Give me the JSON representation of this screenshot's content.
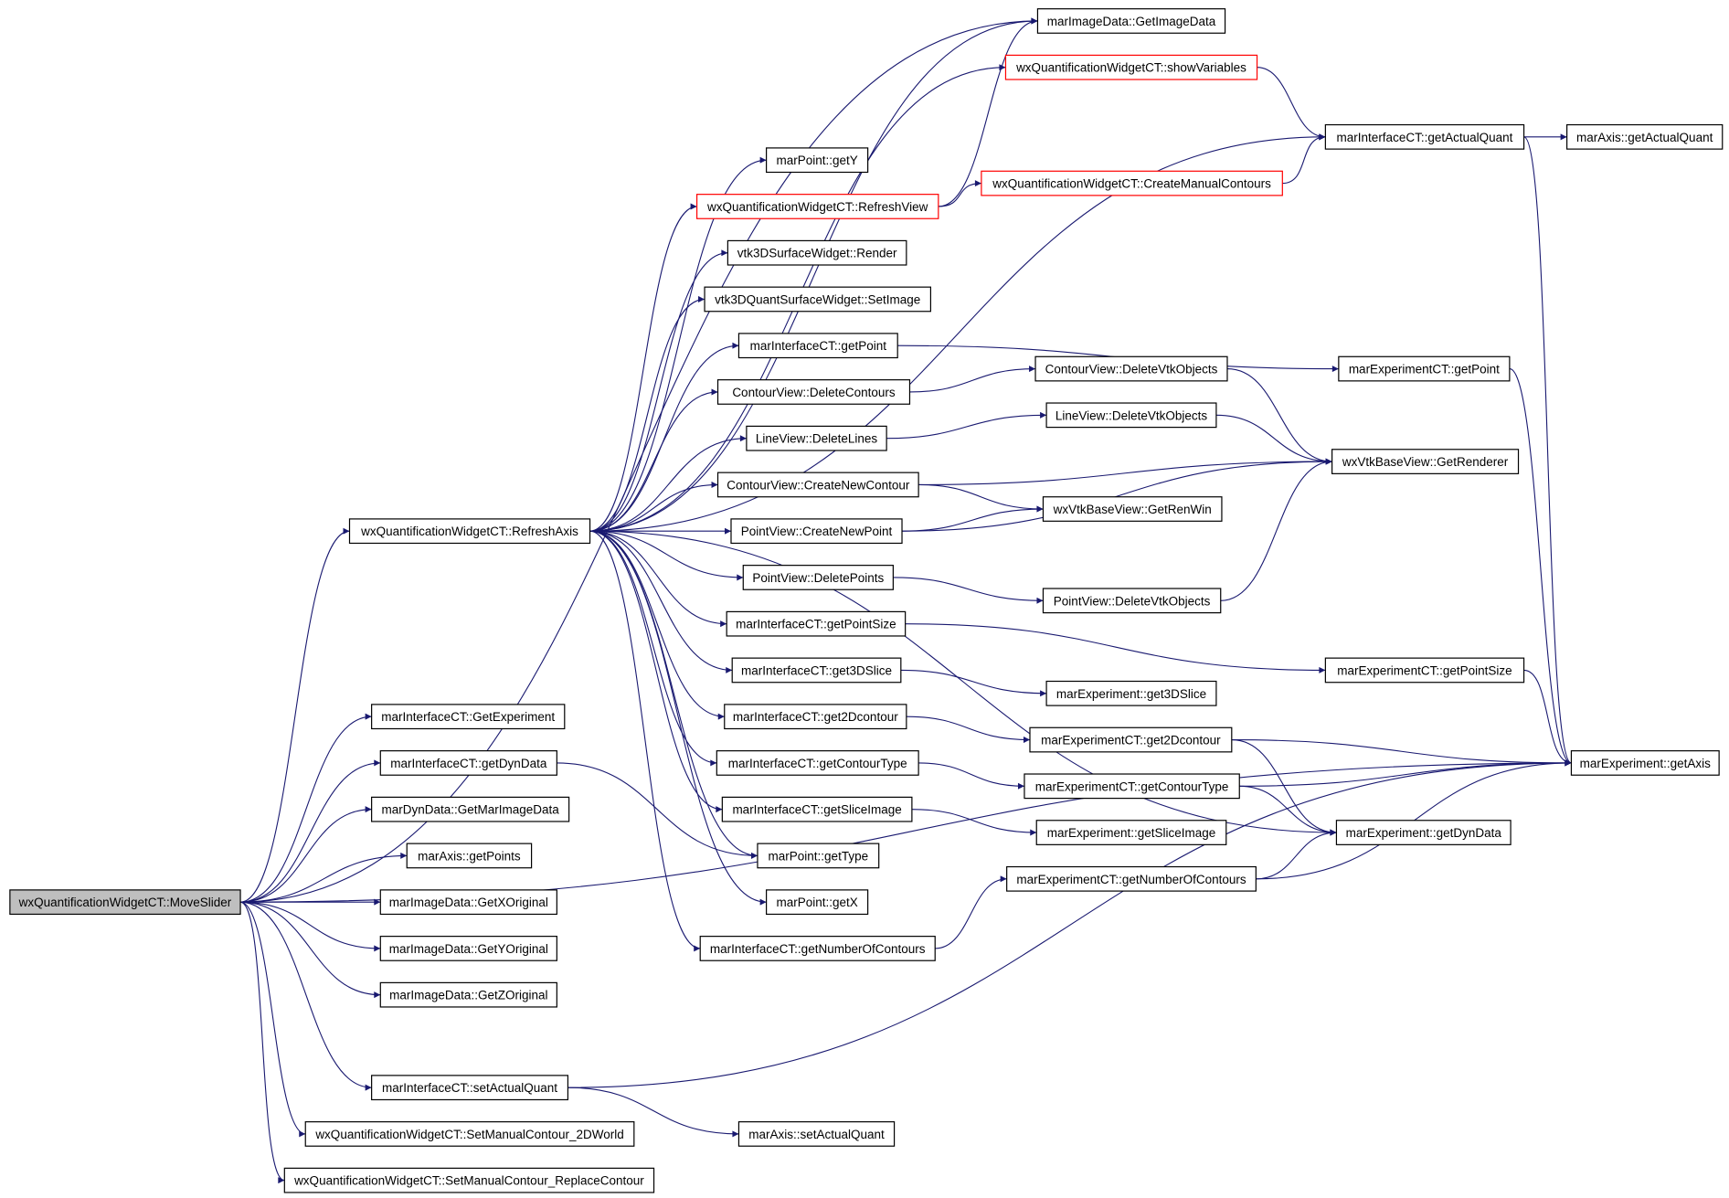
{
  "colors": {
    "edge": "#191970",
    "node_border": "#000000",
    "node_border_incomplete": "#ff0000",
    "root_fill": "#bfbfbf",
    "node_fill": "#ffffff"
  },
  "nodes": [
    {
      "id": "moveslider",
      "label": "wxQuantificationWidgetCT::MoveSlider",
      "root": true
    },
    {
      "id": "refreshaxis",
      "label": "wxQuantificationWidgetCT::RefreshAxis"
    },
    {
      "id": "getexperiment",
      "label": "marInterfaceCT::GetExperiment"
    },
    {
      "id": "getdyndata_ict",
      "label": "marInterfaceCT::getDynData"
    },
    {
      "id": "getmarimagedata",
      "label": "marDynData::GetMarImageData"
    },
    {
      "id": "getpoints",
      "label": "marAxis::getPoints"
    },
    {
      "id": "getxoriginal",
      "label": "marImageData::GetXOriginal"
    },
    {
      "id": "getyoriginal",
      "label": "marImageData::GetYOriginal"
    },
    {
      "id": "getzoriginal",
      "label": "marImageData::GetZOriginal"
    },
    {
      "id": "setactualquant_ict",
      "label": "marInterfaceCT::setActualQuant"
    },
    {
      "id": "setmanual2d",
      "label": "wxQuantificationWidgetCT::SetManualContour_2DWorld"
    },
    {
      "id": "setmanualreplace",
      "label": "wxQuantificationWidgetCT::SetManualContour_ReplaceContour"
    },
    {
      "id": "getimagedata",
      "label": "marImageData::GetImageData"
    },
    {
      "id": "showvariables",
      "label": "wxQuantificationWidgetCT::showVariables",
      "incomplete": true
    },
    {
      "id": "getactualquant_ict",
      "label": "marInterfaceCT::getActualQuant"
    },
    {
      "id": "getactualquant_axis",
      "label": "marAxis::getActualQuant"
    },
    {
      "id": "pgety",
      "label": "marPoint::getY"
    },
    {
      "id": "refreshview",
      "label": "wxQuantificationWidgetCT::RefreshView",
      "incomplete": true
    },
    {
      "id": "createmanual",
      "label": "wxQuantificationWidgetCT::CreateManualContours",
      "incomplete": true
    },
    {
      "id": "render",
      "label": "vtk3DSurfaceWidget::Render"
    },
    {
      "id": "setimage",
      "label": "vtk3DQuantSurfaceWidget::SetImage"
    },
    {
      "id": "getpoint_ict",
      "label": "marInterfaceCT::getPoint"
    },
    {
      "id": "getpoint_ect",
      "label": "marExperimentCT::getPoint"
    },
    {
      "id": "deletecontours",
      "label": "ContourView::DeleteContours"
    },
    {
      "id": "cv_deletevtk",
      "label": "ContourView::DeleteVtkObjects"
    },
    {
      "id": "deletelines",
      "label": "LineView::DeleteLines"
    },
    {
      "id": "lv_deletevtk",
      "label": "LineView::DeleteVtkObjects"
    },
    {
      "id": "getrenderer",
      "label": "wxVtkBaseView::GetRenderer"
    },
    {
      "id": "createnewcontour",
      "label": "ContourView::CreateNewContour"
    },
    {
      "id": "getrenwin",
      "label": "wxVtkBaseView::GetRenWin"
    },
    {
      "id": "createnewpoint",
      "label": "PointView::CreateNewPoint"
    },
    {
      "id": "deletepoints",
      "label": "PointView::DeletePoints"
    },
    {
      "id": "pv_deletevtk",
      "label": "PointView::DeleteVtkObjects"
    },
    {
      "id": "getpointsize_ict",
      "label": "marInterfaceCT::getPointSize"
    },
    {
      "id": "getpointsize_ect",
      "label": "marExperimentCT::getPointSize"
    },
    {
      "id": "get3dslice_ict",
      "label": "marInterfaceCT::get3DSlice"
    },
    {
      "id": "get3dslice_exp",
      "label": "marExperiment::get3DSlice"
    },
    {
      "id": "get2dcontour_ict",
      "label": "marInterfaceCT::get2Dcontour"
    },
    {
      "id": "get2dcontour_ect",
      "label": "marExperimentCT::get2Dcontour"
    },
    {
      "id": "getaxis",
      "label": "marExperiment::getAxis"
    },
    {
      "id": "getcontourtype_ict",
      "label": "marInterfaceCT::getContourType"
    },
    {
      "id": "getcontourtype_ect",
      "label": "marExperimentCT::getContourType"
    },
    {
      "id": "getsliceimage_ict",
      "label": "marInterfaceCT::getSliceImage"
    },
    {
      "id": "getsliceimage_exp",
      "label": "marExperiment::getSliceImage"
    },
    {
      "id": "getdyndata_exp",
      "label": "marExperiment::getDynData"
    },
    {
      "id": "pgettype",
      "label": "marPoint::getType"
    },
    {
      "id": "pgetx",
      "label": "marPoint::getX"
    },
    {
      "id": "getnumcontours_ect",
      "label": "marExperimentCT::getNumberOfContours"
    },
    {
      "id": "getnumcontours_ict",
      "label": "marInterfaceCT::getNumberOfContours"
    },
    {
      "id": "setactualquant_axis",
      "label": "marAxis::setActualQuant"
    }
  ],
  "edges": [
    [
      "moveslider",
      "refreshaxis"
    ],
    [
      "moveslider",
      "getexperiment"
    ],
    [
      "moveslider",
      "getdyndata_ict"
    ],
    [
      "moveslider",
      "getmarimagedata"
    ],
    [
      "moveslider",
      "getpoints"
    ],
    [
      "moveslider",
      "getxoriginal"
    ],
    [
      "moveslider",
      "getyoriginal"
    ],
    [
      "moveslider",
      "getzoriginal"
    ],
    [
      "moveslider",
      "setactualquant_ict"
    ],
    [
      "moveslider",
      "setmanual2d"
    ],
    [
      "moveslider",
      "setmanualreplace"
    ],
    [
      "moveslider",
      "getimagedata"
    ],
    [
      "moveslider",
      "getaxis"
    ],
    [
      "refreshaxis",
      "getimagedata"
    ],
    [
      "refreshaxis",
      "showvariables"
    ],
    [
      "refreshaxis",
      "getactualquant_ict"
    ],
    [
      "refreshaxis",
      "pgety"
    ],
    [
      "refreshaxis",
      "refreshview"
    ],
    [
      "refreshaxis",
      "render"
    ],
    [
      "refreshaxis",
      "setimage"
    ],
    [
      "refreshaxis",
      "getpoint_ict"
    ],
    [
      "refreshaxis",
      "deletecontours"
    ],
    [
      "refreshaxis",
      "deletelines"
    ],
    [
      "refreshaxis",
      "createnewcontour"
    ],
    [
      "refreshaxis",
      "createnewpoint"
    ],
    [
      "refreshaxis",
      "deletepoints"
    ],
    [
      "refreshaxis",
      "getpointsize_ict"
    ],
    [
      "refreshaxis",
      "get3dslice_ict"
    ],
    [
      "refreshaxis",
      "get2dcontour_ict"
    ],
    [
      "refreshaxis",
      "getcontourtype_ict"
    ],
    [
      "refreshaxis",
      "getsliceimage_ict"
    ],
    [
      "refreshaxis",
      "pgettype"
    ],
    [
      "refreshaxis",
      "pgetx"
    ],
    [
      "refreshaxis",
      "getnumcontours_ict"
    ],
    [
      "refreshaxis",
      "getdyndata_exp"
    ],
    [
      "getdyndata_ict",
      "pgettype"
    ],
    [
      "refreshview",
      "getimagedata"
    ],
    [
      "refreshview",
      "createmanual"
    ],
    [
      "createmanual",
      "getactualquant_ict"
    ],
    [
      "showvariables",
      "getactualquant_ict"
    ],
    [
      "getactualquant_ict",
      "getactualquant_axis"
    ],
    [
      "getactualquant_ict",
      "getaxis"
    ],
    [
      "getpoint_ict",
      "getpoint_ect"
    ],
    [
      "getpoint_ect",
      "getaxis"
    ],
    [
      "deletecontours",
      "cv_deletevtk"
    ],
    [
      "cv_deletevtk",
      "getrenderer"
    ],
    [
      "deletelines",
      "lv_deletevtk"
    ],
    [
      "lv_deletevtk",
      "getrenderer"
    ],
    [
      "createnewcontour",
      "getrenderer"
    ],
    [
      "createnewcontour",
      "getrenwin"
    ],
    [
      "createnewpoint",
      "getrenwin"
    ],
    [
      "createnewpoint",
      "getrenderer"
    ],
    [
      "deletepoints",
      "pv_deletevtk"
    ],
    [
      "pv_deletevtk",
      "getrenderer"
    ],
    [
      "getpointsize_ict",
      "getpointsize_ect"
    ],
    [
      "getpointsize_ect",
      "getaxis"
    ],
    [
      "get3dslice_ict",
      "get3dslice_exp"
    ],
    [
      "get2dcontour_ict",
      "get2dcontour_ect"
    ],
    [
      "get2dcontour_ect",
      "getaxis"
    ],
    [
      "get2dcontour_ect",
      "getdyndata_exp"
    ],
    [
      "getcontourtype_ict",
      "getcontourtype_ect"
    ],
    [
      "getcontourtype_ect",
      "getaxis"
    ],
    [
      "getcontourtype_ect",
      "getdyndata_exp"
    ],
    [
      "getsliceimage_ict",
      "getsliceimage_exp"
    ],
    [
      "getnumcontours_ict",
      "getnumcontours_ect"
    ],
    [
      "getnumcontours_ect",
      "getdyndata_exp"
    ],
    [
      "getnumcontours_ect",
      "getaxis"
    ],
    [
      "setactualquant_ict",
      "setactualquant_axis"
    ],
    [
      "setactualquant_ict",
      "getaxis"
    ]
  ]
}
